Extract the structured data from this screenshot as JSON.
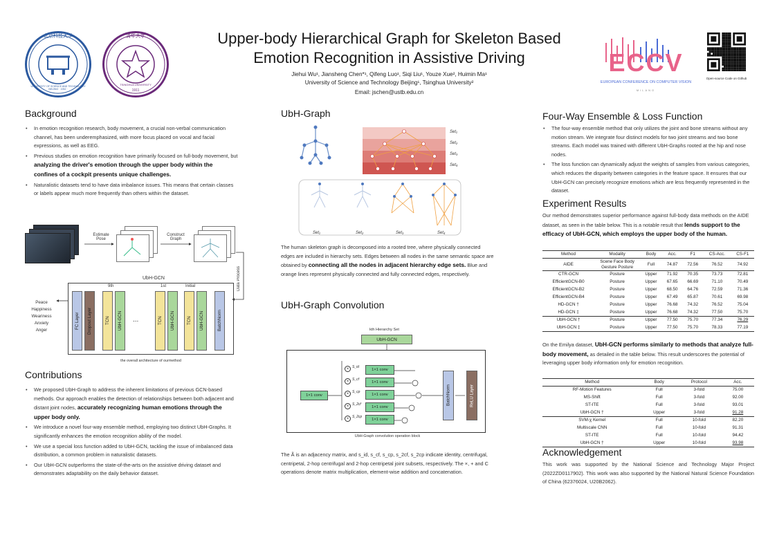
{
  "header": {
    "title_line1": "Upper-body Hierarchical Graph for Skeleton Based",
    "title_line2": "Emotion Recognition in Assistive Driving",
    "authors": "Jiehui Wu¹, Jiansheng Chen*¹, Qifeng Luo¹, Siqi Liu¹, Youze Xue², Huimin Ma¹",
    "affiliations": "University of Science and Technology Beijing¹, Tsinghua University²",
    "email": "Email: jschen@ustb.edu.cn",
    "ustb_logo_text": "UNIVERSITY OF SCIENCE AND TECHNOLOGY BEIJING · 1952 ·",
    "ustb_logo_cn": "北京科技大学",
    "thu_logo_text": "TSINGHUA UNIVERSITY",
    "thu_logo_cn": "清华大学",
    "thu_logo_year": "1911",
    "eccv_logo": "ECCV",
    "eccv_sub": "EUROPEAN CONFERENCE ON COMPUTER VISION",
    "eccv_city": "MILANO",
    "qr_caption": "Open-source Code on Github"
  },
  "background": {
    "heading": "Background",
    "b1": "In emotion recognition research, body movement, a crucial non-verbal communication channel, has been underemphasized, with more focus placed on vocal and facial expressions, as well as EEG.",
    "b2_pre": "Previous studies on emotion recognition have primarily focused on full-body movement, but ",
    "b2_bold": "analyzing the driver's emotion through the upper body within the confines of a cockpit presents unique challenges.",
    "b3": "Naturalistic datasets tend to have data imbalance issues. This means that certain classes or labels appear much more frequently than others within the dataset."
  },
  "arch": {
    "estimate_pose": "Estimate Pose",
    "construct_graph": "Construct Graph",
    "data_process": "Data Process",
    "model_name": "UbH-GCN",
    "emotions": [
      "Peace",
      "Happiness",
      "Weariness",
      "Anxiety",
      "Anger"
    ],
    "fc": "FC Layer",
    "dropout": "Dropout Layer",
    "tcn": "TCN",
    "ubhgcn": "UbH-GCN",
    "batchnorm": "BatchNorm",
    "ninth": "9th",
    "first": "1st",
    "initial": "Initial",
    "dots": "...",
    "caption": "the overall architecture of ourmethod"
  },
  "contributions": {
    "heading": "Contributions",
    "c1_pre": "We proposed UbH-Graph to address the inherent limitations of previous GCN-based methods. Our approach enables the detection of relationships between both adjacent and distant joint nodes, ",
    "c1_bold": "accurately recognizing human emotions through the upper body only.",
    "c2": "We introduce a novel four-way ensemble method, employing two distinct UbH-Graphs. It significantly enhances the emotion recognition ability of the model.",
    "c3": "We use a special loss function added to UbH-GCN, tackling the issue of imbalanced data distribution, a common problem in naturalistic datasets.",
    "c4": "Our UbH-GCN outperforms the state-of-the-arts on the assistive driving dataset and demonstrates adaptability on the daily behavior dataset."
  },
  "ubh_graph": {
    "heading": "UbH-Graph",
    "sets_right": [
      "Set₁",
      "Set₂",
      "Set₃",
      "Set₄"
    ],
    "sets_bottom": [
      "Set₁",
      "Set₂",
      "Set₃",
      "Set₄"
    ],
    "desc_pre": "The human skeleton graph is decomposed into a rooted tree, where physically connected edges are included in hierarchy sets. Edges between all nodes in the same semantic space are obtained by ",
    "desc_bold": "connecting all the nodes in adjacent hierarchy edge sets.",
    "desc_post": " Blue and orange lines represent physically connected and fully connected edges, respectively."
  },
  "convolution": {
    "heading": "UbH-Graph Convolution",
    "kth_set": "kth Hierarchy Set",
    "ubhgcn": "UbH-GCN",
    "conv_label": "1×1 conv",
    "batchnorm": "BatchNorm",
    "relu": "ReLU Layer",
    "subsets": [
      "S_id",
      "S_cf",
      "S_cp",
      "S_2cf",
      "S_2cp"
    ],
    "caption": "UbH-Graph convolution operation block",
    "desc": "The Ã is an adjacency matrix, and s_id, s_cf, s_cp, s_2cf, s_2cp indicate identity, centrifugal, centripetal, 2-hop centrifugal and 2-hop centripetal joint subsets, respectively. The ×, + and C operations denote matrix multiplication, element-wise addition and concatenation."
  },
  "ensemble": {
    "heading": "Four-Way Ensemble & Loss Function",
    "e1": "The four-way ensemble method that only utilizes the joint and bone streams without any motion stream. We integrate four distinct models for two joint streams and two bone streams. Each model was trained with different UbH-Graphs rooted at the hip and nose nodes.",
    "e2": "The loss function can dynamically adjust the weights of samples from various categories, which reduces the disparity between categories in the feature space. It ensures that our UbH-GCN can precisely recognize emotions which are less frequently represented in the dataset."
  },
  "results": {
    "heading": "Experiment Results",
    "p1_pre": "Our method demonstrates superior performance against full-body data methods on the AIDE dataset, as seen in the table below. This is a notable result that ",
    "p1_bold": "lends support to the efficacy of UbH-GCN, which employs the upper body of the human.",
    "t1_headers": [
      "Method",
      "Modality",
      "Body",
      "Acc.",
      "F1",
      "CS-Acc.",
      "CS-F1"
    ],
    "t1_aide": {
      "method": "AIDE",
      "modality": "Scene Face Body Gesture Posture",
      "body": "Full",
      "acc": "74.87",
      "f1": "72.56",
      "csacc": "76.52",
      "csf1": "74.92"
    },
    "t1_rows": [
      {
        "method": "CTR-GCN",
        "modality": "Posture",
        "body": "Upper",
        "acc": "71.92",
        "f1": "70.35",
        "csacc": "73.73",
        "csf1": "72.81"
      },
      {
        "method": "EfficientGCN-B0",
        "modality": "Posture",
        "body": "Upper",
        "acc": "67.65",
        "f1": "66.69",
        "csacc": "71.10",
        "csf1": "70.49"
      },
      {
        "method": "EfficientGCN-B2",
        "modality": "Posture",
        "body": "Upper",
        "acc": "68.50",
        "f1": "64.76",
        "csacc": "72.59",
        "csf1": "71.36"
      },
      {
        "method": "EfficientGCN-B4",
        "modality": "Posture",
        "body": "Upper",
        "acc": "67.49",
        "f1": "65.87",
        "csacc": "70.61",
        "csf1": "69.98"
      },
      {
        "method": "HD-GCN †",
        "modality": "Posture",
        "body": "Upper",
        "acc": "76.68",
        "f1": "74.32",
        "csacc": "76.52",
        "csf1": "75.04"
      },
      {
        "method": "HD-GCN ‡",
        "modality": "Posture",
        "body": "Upper",
        "acc": "76.68",
        "f1": "74.32",
        "csacc": "77.50",
        "csf1": "75.70"
      }
    ],
    "t1_ours": [
      {
        "method": "UbH-GCN †",
        "modality": "Posture",
        "body": "Upper",
        "acc": "77.50",
        "f1": "75.70",
        "csacc": "77.34",
        "csf1": "76.29"
      },
      {
        "method": "UbH-GCN ‡",
        "modality": "Posture",
        "body": "Upper",
        "acc": "77.50",
        "f1": "75.70",
        "csacc": "78.33",
        "csf1": "77.19"
      }
    ],
    "p2_pre": "On the Emilya dataset, ",
    "p2_bold": "UbH-GCN performs similarly to methods that analyze full-body movement,",
    "p2_post": " as detailed in the table below. This result underscores the potential of leveraging upper body information only for emotion recognition.",
    "t2_headers": [
      "Method",
      "Body",
      "Protocol",
      "Acc."
    ],
    "t2_rows_a": [
      {
        "method": "RF-Motion Features",
        "body": "Full",
        "protocol": "3-fold",
        "acc": "75.00"
      },
      {
        "method": "MS-Shift",
        "body": "Full",
        "protocol": "3-fold",
        "acc": "92.00"
      },
      {
        "method": "ST-ITE",
        "body": "Full",
        "protocol": "3-fold",
        "acc": "93.01"
      },
      {
        "method": "UbH-GCN †",
        "body": "Upper",
        "protocol": "3-fold",
        "acc": "91.28"
      }
    ],
    "t2_rows_b": [
      {
        "method": "SVM-χ Kernel",
        "body": "Full",
        "protocol": "10-fold",
        "acc": "82.20"
      },
      {
        "method": "Multiscale CNN",
        "body": "Full",
        "protocol": "10-fold",
        "acc": "91.31"
      },
      {
        "method": "ST-ITE",
        "body": "Full",
        "protocol": "10-fold",
        "acc": "94.42"
      },
      {
        "method": "UbH-GCN †",
        "body": "Upper",
        "protocol": "10-fold",
        "acc": "93.98"
      }
    ]
  },
  "ack": {
    "heading": "Acknowledgement",
    "text": "This work was supported by the National Science and Technology Major Project (2022ZD0117902). This work was also supported by the National Natural Science Foundation of China (62376024, U20B2062)."
  }
}
